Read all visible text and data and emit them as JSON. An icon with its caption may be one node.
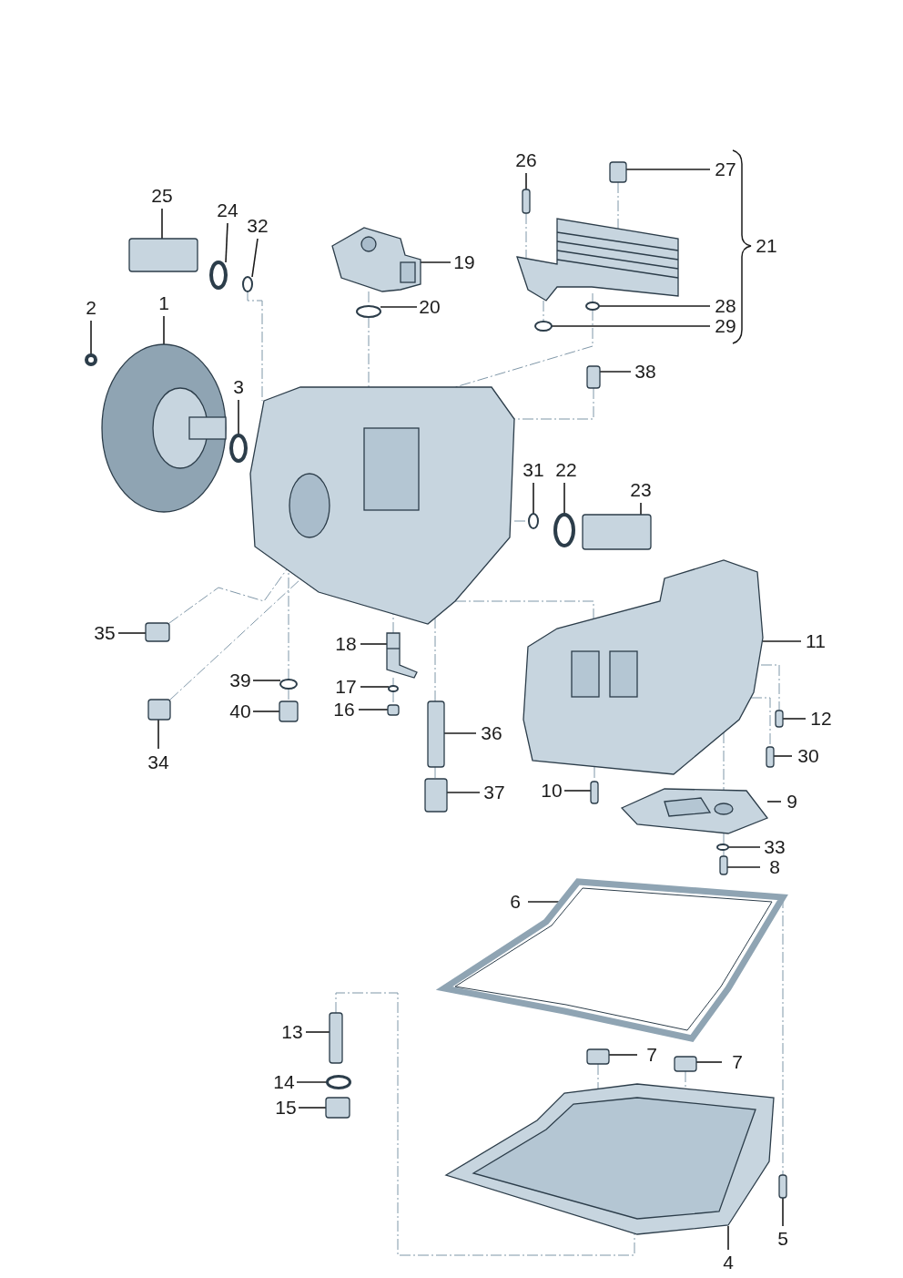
{
  "diagram": {
    "nodes": [
      {
        "text": [
          "26"
        ]
      },
      {
        "text": [
          "27"
        ]
      },
      {
        "text": [
          "25"
        ]
      },
      {
        "text": [
          "24"
        ]
      },
      {
        "text": [
          "32"
        ]
      },
      {
        "text": [
          "19"
        ]
      },
      {
        "text": [
          "20"
        ]
      },
      {
        "text": [
          "28"
        ]
      },
      {
        "text": [
          "29"
        ]
      },
      {
        "text": [
          "2"
        ]
      },
      {
        "text": [
          "1"
        ]
      },
      {
        "text": [
          "38"
        ]
      },
      {
        "text": [
          "3"
        ]
      },
      {
        "text": [
          "31"
        ]
      },
      {
        "text": [
          "22"
        ]
      },
      {
        "text": [
          "23"
        ]
      },
      {
        "text": [
          "35"
        ]
      },
      {
        "text": [
          "18"
        ]
      },
      {
        "text": [
          "11"
        ]
      },
      {
        "text": [
          "39"
        ]
      },
      {
        "text": [
          "17"
        ]
      },
      {
        "text": [
          "12"
        ]
      },
      {
        "text": [
          "16"
        ]
      },
      {
        "text": [
          "40"
        ]
      },
      {
        "text": [
          "36"
        ]
      },
      {
        "text": [
          "34"
        ]
      },
      {
        "text": [
          "30"
        ]
      },
      {
        "text": [
          "10"
        ]
      },
      {
        "text": [
          "37"
        ]
      },
      {
        "text": [
          "9"
        ]
      },
      {
        "text": [
          "33"
        ]
      },
      {
        "text": [
          "8"
        ]
      },
      {
        "text": [
          "6"
        ]
      },
      {
        "text": [
          "7"
        ]
      },
      {
        "text": [
          "7"
        ]
      },
      {
        "text": [
          "13"
        ]
      },
      {
        "text": [
          "14"
        ]
      },
      {
        "text": [
          "15"
        ]
      },
      {
        "text": [
          "4"
        ]
      },
      {
        "text": [
          "5"
        ]
      },
      {
        "text": [],
        "shape": "box"
      },
      {
        "text": [],
        "shape": "box"
      },
      {
        "text": [],
        "shape": "box"
      },
      {
        "text": [],
        "shape": "circle"
      },
      {
        "text": [],
        "shape": "circle"
      },
      {
        "text": [],
        "shape": "picture"
      },
      {
        "text": [],
        "shape": "circle"
      },
      {
        "text": [],
        "shape": "picture"
      },
      {
        "text": [],
        "shape": "circle"
      },
      {
        "text": [],
        "shape": "circle"
      },
      {
        "text": [],
        "shape": "circle"
      },
      {
        "text": [],
        "shape": "picture"
      },
      {
        "text": [],
        "shape": "box"
      },
      {
        "text": [],
        "shape": "circle"
      },
      {
        "text": [],
        "shape": "picture"
      },
      {
        "text": [],
        "shape": "circle"
      },
      {
        "text": [],
        "shape": "circle"
      },
      {
        "text": [],
        "shape": "box"
      },
      {
        "text": [],
        "shape": "box"
      },
      {
        "text": [],
        "shape": "picture"
      },
      {
        "text": [],
        "shape": "picture"
      },
      {
        "text": [],
        "shape": "circle"
      },
      {
        "text": [],
        "shape": "circle"
      },
      {
        "text": [],
        "shape": "box"
      },
      {
        "text": [],
        "shape": "box"
      },
      {
        "text": [],
        "shape": "box"
      },
      {
        "text": [],
        "shape": "box"
      },
      {
        "text": [],
        "shape": "box"
      },
      {
        "text": [],
        "shape": "box"
      },
      {
        "text": [],
        "shape": "box"
      },
      {
        "text": [],
        "shape": "box"
      },
      {
        "text": [],
        "shape": "picture"
      },
      {
        "text": [],
        "shape": "circle"
      },
      {
        "text": [],
        "shape": "box"
      },
      {
        "text": [],
        "shape": "picture"
      },
      {
        "text": [],
        "shape": "box"
      },
      {
        "text": [],
        "shape": "box"
      },
      {
        "text": [],
        "shape": "box"
      },
      {
        "text": [],
        "shape": "circle"
      },
      {
        "text": [],
        "shape": "box"
      },
      {
        "text": [],
        "shape": "picture"
      },
      {
        "text": [],
        "shape": "box"
      }
    ],
    "edges": [
      {
        "from": 0,
        "to": 40,
        "arrow": "none"
      },
      {
        "from": 1,
        "to": 41,
        "arrow": "none"
      },
      {
        "from": 2,
        "to": 42,
        "arrow": "none"
      },
      {
        "from": 3,
        "to": 43,
        "arrow": "none"
      },
      {
        "from": 4,
        "to": 44,
        "arrow": "none"
      },
      {
        "from": 5,
        "to": 45,
        "arrow": "none"
      },
      {
        "from": 6,
        "to": 46,
        "arrow": "none"
      },
      {
        "from": 7,
        "to": 48,
        "arrow": "none"
      },
      {
        "from": 8,
        "to": 49,
        "arrow": "none"
      },
      {
        "from": 9,
        "to": 50,
        "arrow": "none"
      },
      {
        "from": 10,
        "to": 51,
        "arrow": "none"
      },
      {
        "from": 11,
        "to": 52,
        "arrow": "none"
      },
      {
        "from": 12,
        "to": 53,
        "arrow": "none"
      },
      {
        "from": 13,
        "to": 55,
        "arrow": "none"
      },
      {
        "from": 14,
        "to": 56,
        "arrow": "none"
      },
      {
        "from": 15,
        "to": 57,
        "arrow": "none"
      },
      {
        "from": 16,
        "to": 58,
        "arrow": "none"
      },
      {
        "from": 17,
        "to": 59,
        "arrow": "none"
      },
      {
        "from": 18,
        "to": 60,
        "arrow": "none"
      },
      {
        "from": 19,
        "to": 61,
        "arrow": "none"
      },
      {
        "from": 20,
        "to": 62,
        "arrow": "none"
      },
      {
        "from": 21,
        "to": 63,
        "arrow": "none"
      },
      {
        "from": 22,
        "to": 64,
        "arrow": "none"
      },
      {
        "from": 23,
        "to": 65,
        "arrow": "none"
      },
      {
        "from": 24,
        "to": 66,
        "arrow": "none"
      },
      {
        "from": 25,
        "to": 67,
        "arrow": "none"
      },
      {
        "from": 26,
        "to": 68,
        "arrow": "none"
      },
      {
        "from": 27,
        "to": 69,
        "arrow": "none"
      },
      {
        "from": 28,
        "to": 70,
        "arrow": "none"
      },
      {
        "from": 29,
        "to": 71,
        "arrow": "none"
      },
      {
        "from": 30,
        "to": 72,
        "arrow": "none"
      },
      {
        "from": 31,
        "to": 73,
        "arrow": "none"
      },
      {
        "from": 32,
        "to": 74,
        "arrow": "none"
      },
      {
        "from": 33,
        "to": 75,
        "arrow": "none"
      },
      {
        "from": 34,
        "to": 76,
        "arrow": "none"
      },
      {
        "from": 35,
        "to": 77,
        "arrow": "none"
      },
      {
        "from": 36,
        "to": 78,
        "arrow": "none"
      },
      {
        "from": 37,
        "to": 79,
        "arrow": "none"
      },
      {
        "from": 38,
        "to": 80,
        "arrow": "none"
      },
      {
        "from": 39,
        "to": 81,
        "arrow": "none"
      },
      {
        "from": 44,
        "to": 54,
        "arrow": "none",
        "style": "dashed",
        "color": "#7f97a8"
      },
      {
        "from": 46,
        "to": 54,
        "arrow": "none",
        "style": "dashed",
        "color": "#7f97a8"
      },
      {
        "from": 45,
        "to": 46,
        "arrow": "none",
        "style": "dashed",
        "color": "#7f97a8"
      },
      {
        "from": 40,
        "to": 47,
        "arrow": "none",
        "style": "dashed",
        "color": "#7f97a8"
      },
      {
        "from": 41,
        "to": 47,
        "arrow": "none",
        "style": "dashed",
        "color": "#7f97a8"
      },
      {
        "from": 47,
        "to": 49,
        "arrow": "none",
        "style": "dashed",
        "color": "#7f97a8"
      },
      {
        "from": 48,
        "to": 54,
        "arrow": "none",
        "style": "dashed",
        "color": "#7f97a8"
      },
      {
        "from": 52,
        "to": 54,
        "arrow": "none",
        "style": "dashed",
        "color": "#7f97a8"
      },
      {
        "from": 54,
        "to": 55,
        "arrow": "none",
        "style": "dashed",
        "color": "#7f97a8"
      },
      {
        "from": 58,
        "to": 54,
        "arrow": "none",
        "style": "dashed",
        "color": "#7f97a8"
      },
      {
        "from": 67,
        "to": 54,
        "arrow": "none",
        "style": "dashed",
        "color": "#7f97a8"
      },
      {
        "from": 61,
        "to": 54,
        "arrow": "none",
        "style": "dashed",
        "color": "#7f97a8"
      },
      {
        "from": 61,
        "to": 65,
        "arrow": "none",
        "style": "dashed",
        "color": "#7f97a8"
      },
      {
        "from": 59,
        "to": 54,
        "arrow": "none",
        "style": "dashed",
        "color": "#7f97a8"
      },
      {
        "from": 59,
        "to": 62,
        "arrow": "none",
        "style": "dashed",
        "color": "#7f97a8"
      },
      {
        "from": 62,
        "to": 64,
        "arrow": "none",
        "style": "dashed",
        "color": "#7f97a8"
      },
      {
        "from": 66,
        "to": 54,
        "arrow": "none",
        "style": "dashed",
        "color": "#7f97a8"
      },
      {
        "from": 66,
        "to": 70,
        "arrow": "none",
        "style": "dashed",
        "color": "#7f97a8"
      },
      {
        "from": 54,
        "to": 60,
        "arrow": "none",
        "style": "dashed",
        "color": "#7f97a8"
      },
      {
        "from": 60,
        "to": 69,
        "arrow": "none",
        "style": "dashed",
        "color": "#7f97a8"
      },
      {
        "from": 60,
        "to": 71,
        "arrow": "none",
        "style": "dashed",
        "color": "#7f97a8"
      },
      {
        "from": 71,
        "to": 72,
        "arrow": "none",
        "style": "dashed",
        "color": "#7f97a8"
      },
      {
        "from": 72,
        "to": 73,
        "arrow": "none",
        "style": "dashed",
        "color": "#7f97a8"
      },
      {
        "from": 60,
        "to": 63,
        "arrow": "none",
        "style": "dashed",
        "color": "#7f97a8"
      },
      {
        "from": 60,
        "to": 68,
        "arrow": "none",
        "style": "dashed",
        "color": "#7f97a8"
      },
      {
        "from": 75,
        "to": 80,
        "arrow": "none",
        "style": "dashed",
        "color": "#7f97a8"
      },
      {
        "from": 76,
        "to": 80,
        "arrow": "none",
        "style": "dashed",
        "color": "#7f97a8"
      },
      {
        "from": 74,
        "to": 81,
        "arrow": "none",
        "style": "dashed",
        "color": "#7f97a8"
      },
      {
        "from": 77,
        "to": 80,
        "arrow": "none",
        "style": "dashed",
        "color": "#7f97a8"
      },
      {
        "from": 47,
        "to": 48,
        "arrow": "none",
        "style": "dashed",
        "color": "#7f97a8"
      }
    ],
    "labels": [
      "21"
    ]
  }
}
